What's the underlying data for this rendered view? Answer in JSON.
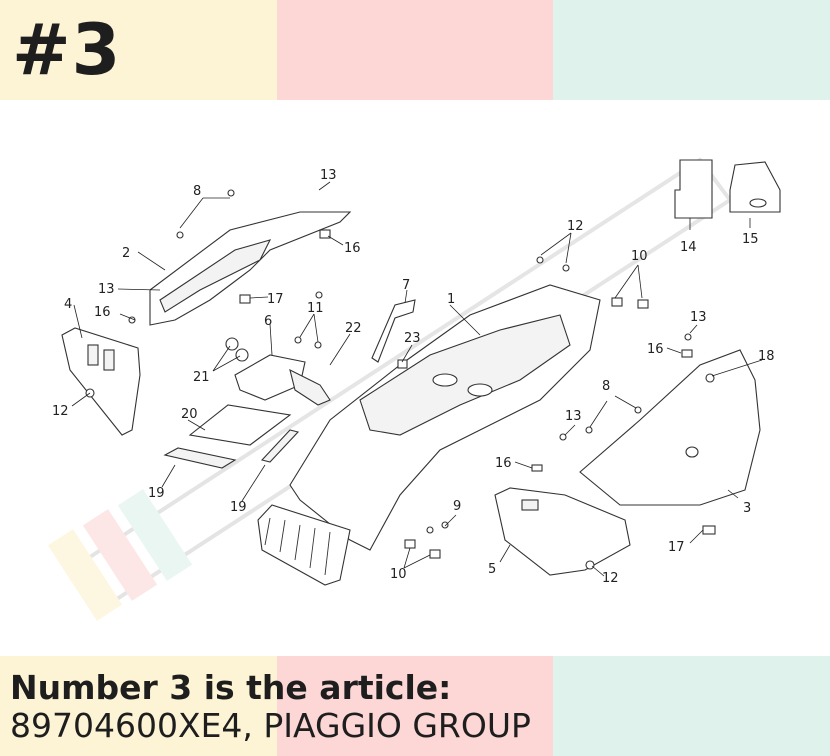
{
  "badge": {
    "text": "#3"
  },
  "caption": {
    "line1": "Number 3 is the article:",
    "line2": "89704600XE4, PIAGGIO GROUP"
  },
  "colors": {
    "band_yellow": "#fdf4d6",
    "band_pink": "#fdd6d6",
    "band_mint": "#dff2ec",
    "text": "#1e1e1e"
  },
  "callouts": {
    "c1": "1",
    "c2": "2",
    "c3": "3",
    "c4": "4",
    "c5": "5",
    "c6": "6",
    "c7": "7",
    "c8a": "8",
    "c8b": "8",
    "c9": "9",
    "c10a": "10",
    "c10b": "10",
    "c11": "11",
    "c12a": "12",
    "c12b": "12",
    "c12c": "12",
    "c13a": "13",
    "c13b": "13",
    "c13c": "13",
    "c13d": "13",
    "c14": "14",
    "c15": "15",
    "c16a": "16",
    "c16b": "16",
    "c16c": "16",
    "c16d": "16",
    "c17a": "17",
    "c17b": "17",
    "c18": "18",
    "c19a": "19",
    "c19b": "19",
    "c20": "20",
    "c21": "21",
    "c22": "22",
    "c23": "23"
  }
}
